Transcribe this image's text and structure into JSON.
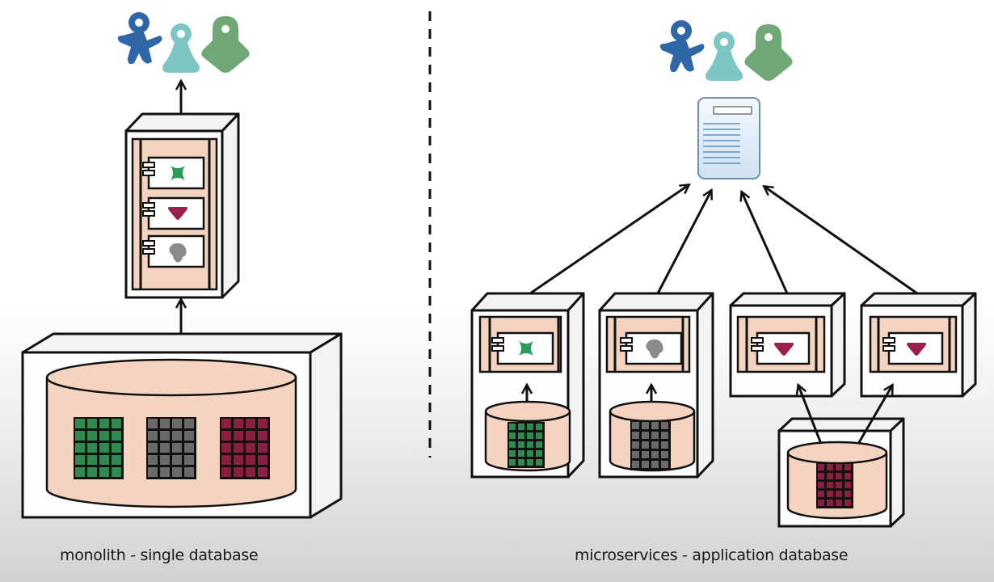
{
  "diagram": {
    "captions": {
      "left": "monolith - single database",
      "right": "microservices - application database"
    },
    "colors": {
      "user_blue": "#2e66a8",
      "user_teal": "#7ec6c6",
      "user_green": "#6fa777",
      "component_green": "#2e9a5a",
      "component_red": "#9b1f4c",
      "component_gray": "#8a8a8a",
      "peach": "#f4d4c0",
      "grid_green": "#2e8a4e",
      "grid_gray": "#6a6a6a",
      "grid_red": "#8a1f42",
      "document_blue": "#dbe9f6"
    },
    "monolith": {
      "users": [
        "user-blue",
        "user-teal",
        "user-green"
      ],
      "components": [
        "green-cross",
        "red-triangle",
        "gray-blob"
      ],
      "database_tables": [
        "green-table",
        "gray-table",
        "red-table"
      ]
    },
    "microservices": {
      "users": [
        "user-blue",
        "user-teal",
        "user-green"
      ],
      "gateway": "document-icon",
      "services": [
        {
          "component": "green-cross",
          "db": "green-table"
        },
        {
          "component": "gray-blob",
          "db": "gray-table"
        },
        {
          "component": "red-triangle",
          "db": "shared"
        },
        {
          "component": "red-triangle",
          "db": "shared"
        }
      ],
      "shared_database_table": "red-table"
    }
  }
}
